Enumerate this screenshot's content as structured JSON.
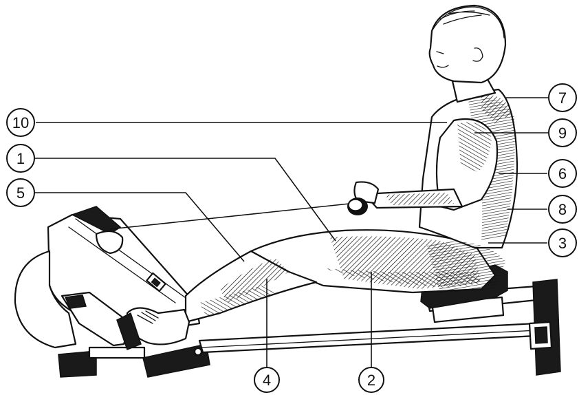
{
  "diagram": {
    "callouts": [
      {
        "id": "c10",
        "label": "10"
      },
      {
        "id": "c1",
        "label": "1"
      },
      {
        "id": "c5",
        "label": "5"
      },
      {
        "id": "c7",
        "label": "7"
      },
      {
        "id": "c9",
        "label": "9"
      },
      {
        "id": "c6",
        "label": "6"
      },
      {
        "id": "c8",
        "label": "8"
      },
      {
        "id": "c3",
        "label": "3"
      },
      {
        "id": "c4",
        "label": "4"
      },
      {
        "id": "c2",
        "label": "2"
      }
    ]
  }
}
